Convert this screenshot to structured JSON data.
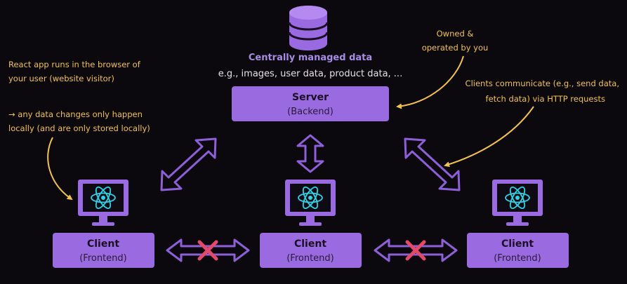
{
  "server": {
    "heading": "Centrally managed data",
    "examples": "e.g., images, user data, product data, ...",
    "title": "Server",
    "subtitle": "(Backend)"
  },
  "clients": [
    {
      "title": "Client",
      "subtitle": "(Frontend)"
    },
    {
      "title": "Client",
      "subtitle": "(Frontend)"
    },
    {
      "title": "Client",
      "subtitle": "(Frontend)"
    }
  ],
  "notes": {
    "browser": [
      "React app runs in the browser of",
      "your user (website visitor)"
    ],
    "local": [
      "→ any data changes only happen",
      "locally (and are only stored locally)"
    ],
    "owned": [
      "Owned &",
      "operated by you"
    ],
    "http": [
      "Clients communicate (e.g., send data,",
      "fetch data) via HTTP requests"
    ]
  },
  "icons": {
    "database": "database-icon",
    "monitor": "monitor-icon",
    "react": "react-logo-icon",
    "blocked": "cross-icon"
  },
  "colors": {
    "background": "#0b090d",
    "box": "#9a6be0",
    "arrow": "#8d5fd8",
    "annotation": "#f2c14e",
    "cross": "#e24a6b",
    "react": "#2dd4e6"
  }
}
